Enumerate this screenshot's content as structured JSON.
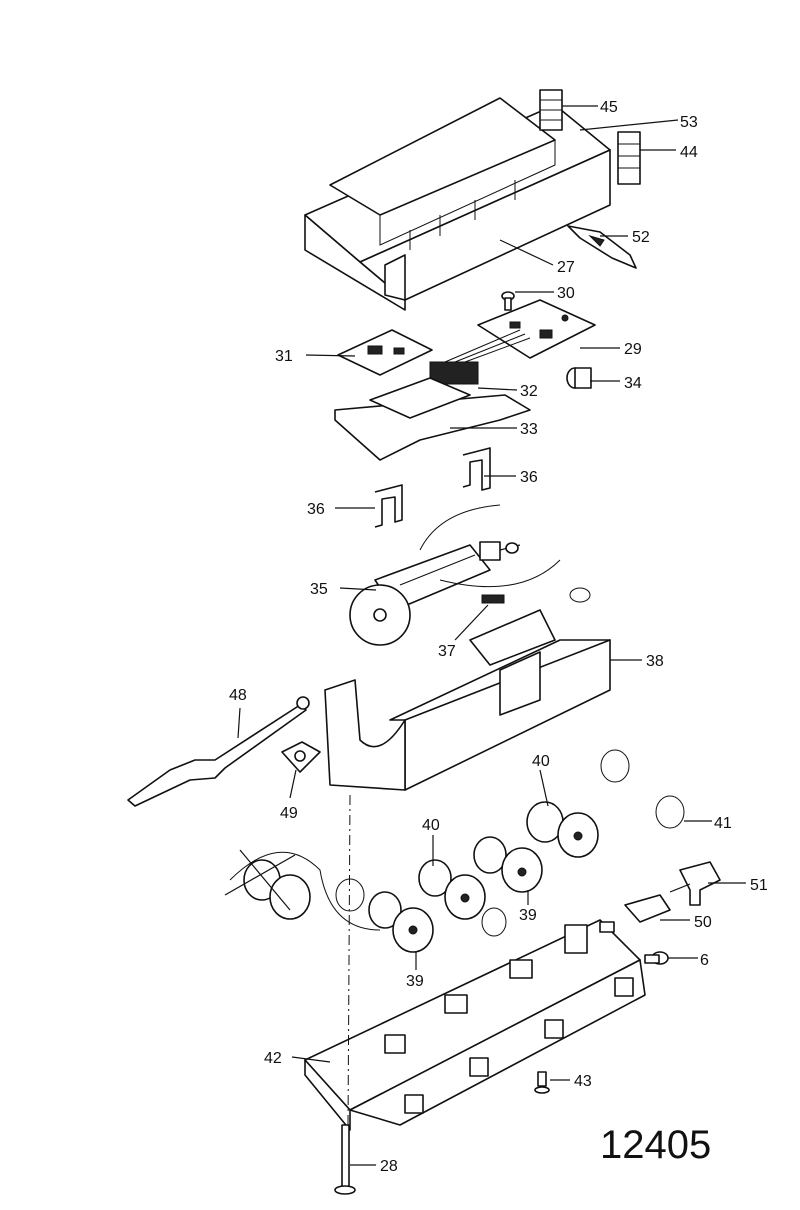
{
  "drawing_number": "12405",
  "labels": {
    "p45": "45",
    "p53": "53",
    "p44": "44",
    "p52": "52",
    "p27": "27",
    "p30": "30",
    "p31": "31",
    "p29": "29",
    "p32": "32",
    "p34": "34",
    "p33": "33",
    "p36a": "36",
    "p36b": "36",
    "p35": "35",
    "p37": "37",
    "p38": "38",
    "p48": "48",
    "p49": "49",
    "p40a": "40",
    "p40b": "40",
    "p41": "41",
    "p51": "51",
    "p39a": "39",
    "p39b": "39",
    "p50": "50",
    "p6": "6",
    "p42": "42",
    "p43": "43",
    "p28": "28"
  }
}
